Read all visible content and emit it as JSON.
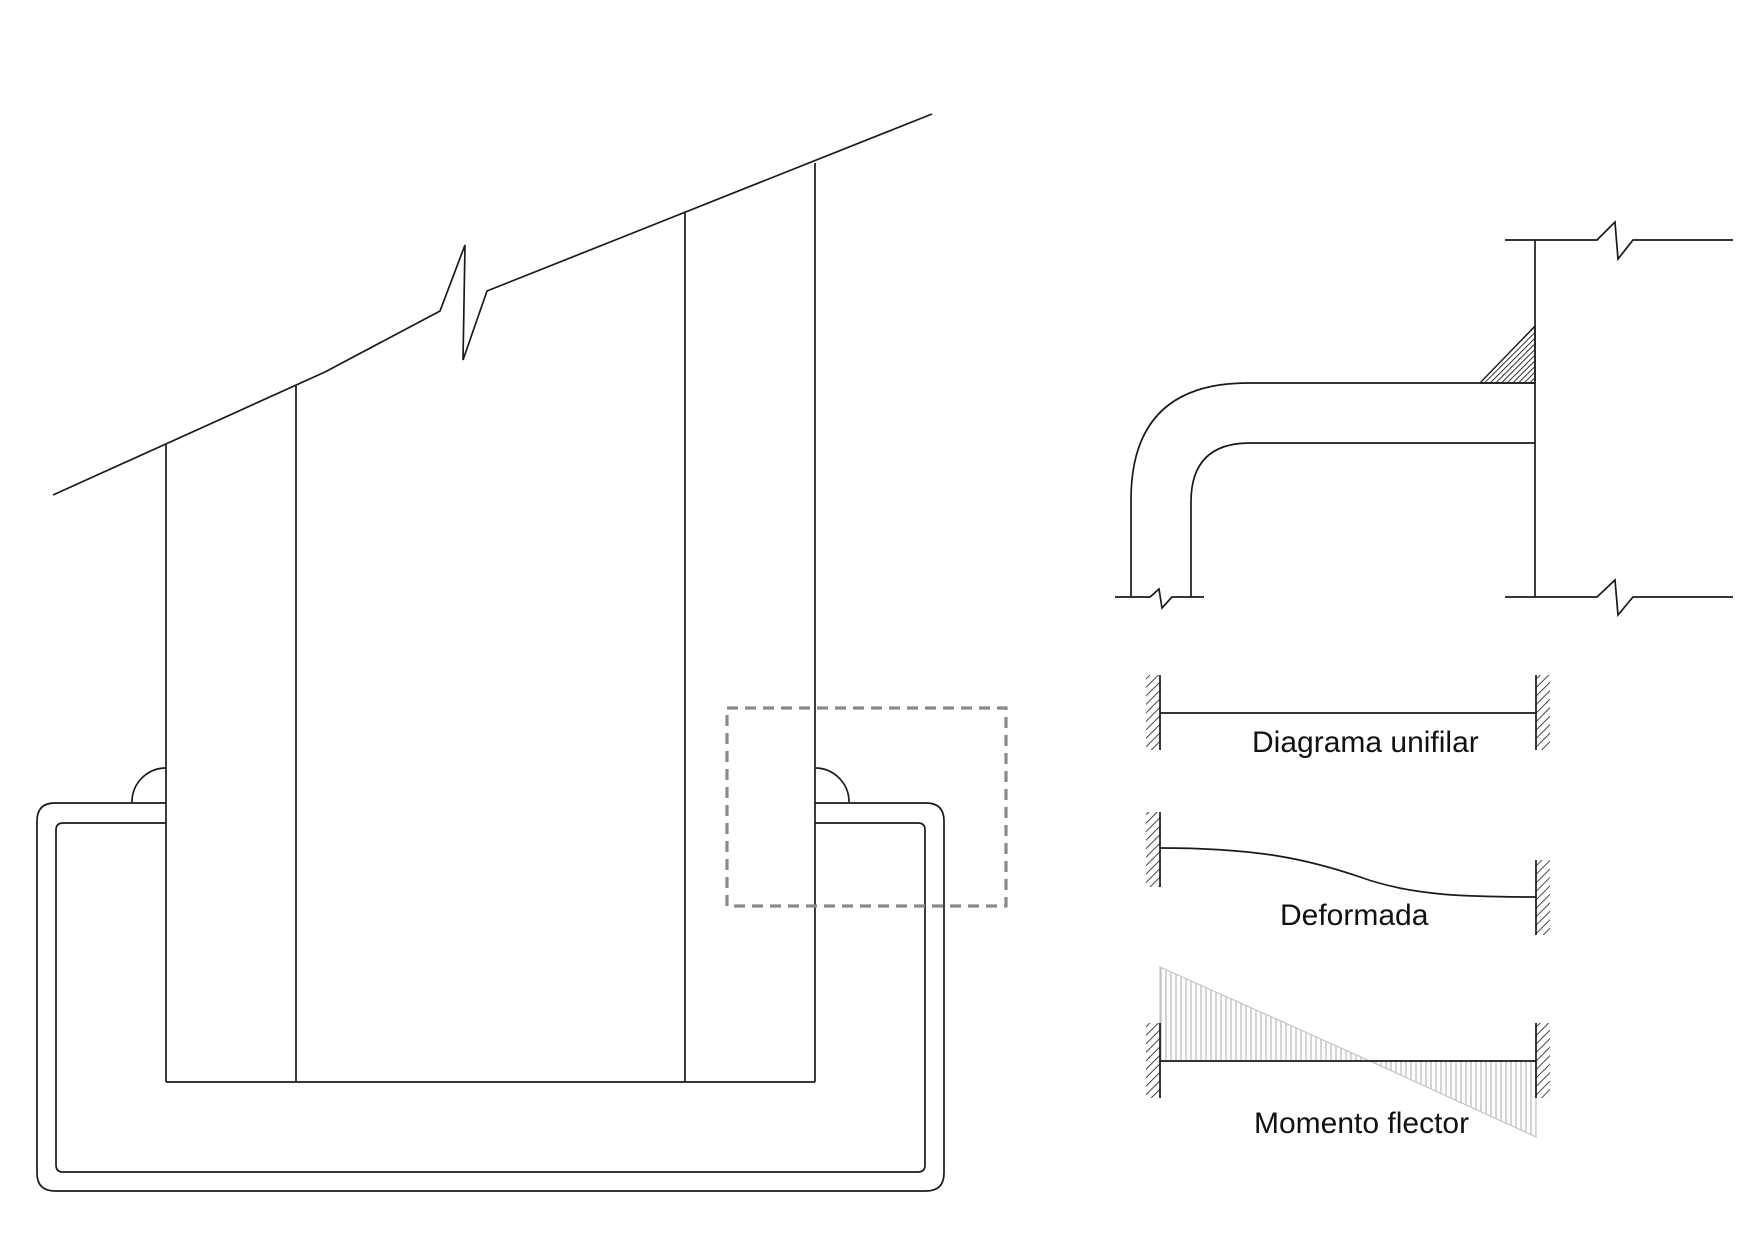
{
  "labels": {
    "unifilar": "Diagrama  unifilar",
    "deformada": "Deformada",
    "momento": "Momento flector"
  },
  "colors": {
    "line": "#1a1a1a",
    "detail_box": "#8a8a8a",
    "moment_hatch": "#bdbdbd",
    "weld": "#555555"
  }
}
